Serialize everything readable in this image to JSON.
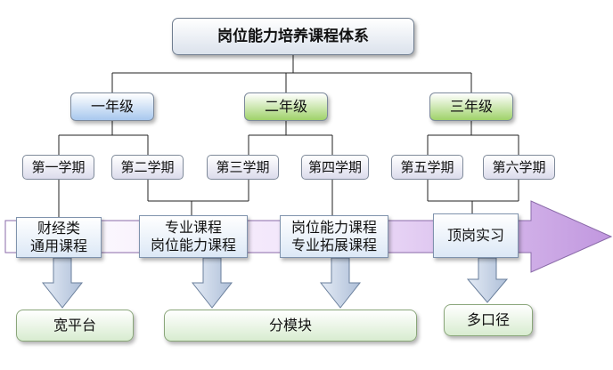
{
  "title": "岗位能力培养课程体系",
  "years": [
    {
      "label": "一年级",
      "color": "#a8c8ee"
    },
    {
      "label": "二年级",
      "color": "#9fd26a"
    },
    {
      "label": "三年级",
      "color": "#9fd26a"
    }
  ],
  "semesters": [
    "第一学期",
    "第二学期",
    "第三学期",
    "第四学期",
    "第五学期",
    "第六学期"
  ],
  "courses": [
    {
      "line1": "财经类",
      "line2": "通用课程"
    },
    {
      "line1": "专业课程",
      "line2": "岗位能力课程"
    },
    {
      "line1": "岗位能力课程",
      "line2": "专业拓展课程"
    },
    {
      "line1": "顶岗实习",
      "line2": ""
    }
  ],
  "results": [
    "宽平台",
    "分模块",
    "多口径"
  ],
  "colors": {
    "band_light": "#f2e6fa",
    "band_dark": "#c39ae0",
    "arrow_fill": "#c6d4e8"
  }
}
